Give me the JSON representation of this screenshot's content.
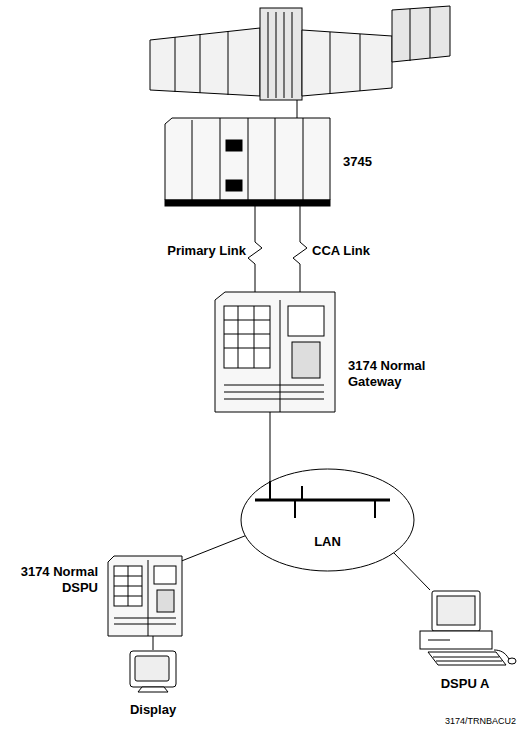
{
  "diagram": {
    "nodes": [
      {
        "text": [
          "3745"
        ]
      },
      {
        "text": [
          "3174 Normal Gateway"
        ]
      },
      {
        "text": [
          "LAN"
        ]
      },
      {
        "text": [
          "3174 Normal DSPU"
        ]
      },
      {
        "text": [
          "DSPU A"
        ]
      },
      {
        "text": [
          "Display"
        ]
      }
    ],
    "edges": [
      {
        "from": 0,
        "to": 1,
        "label": "Primary Link",
        "arrow": "none"
      },
      {
        "from": 0,
        "to": 1,
        "label": "CCA Link",
        "arrow": "none"
      },
      {
        "from": 1,
        "to": 2,
        "arrow": "none"
      },
      {
        "from": 2,
        "to": 3,
        "arrow": "none"
      },
      {
        "from": 2,
        "to": 4,
        "arrow": "none"
      },
      {
        "from": 3,
        "to": 5,
        "arrow": "none"
      }
    ],
    "labels": [
      "3174/TRNBACU2"
    ]
  }
}
